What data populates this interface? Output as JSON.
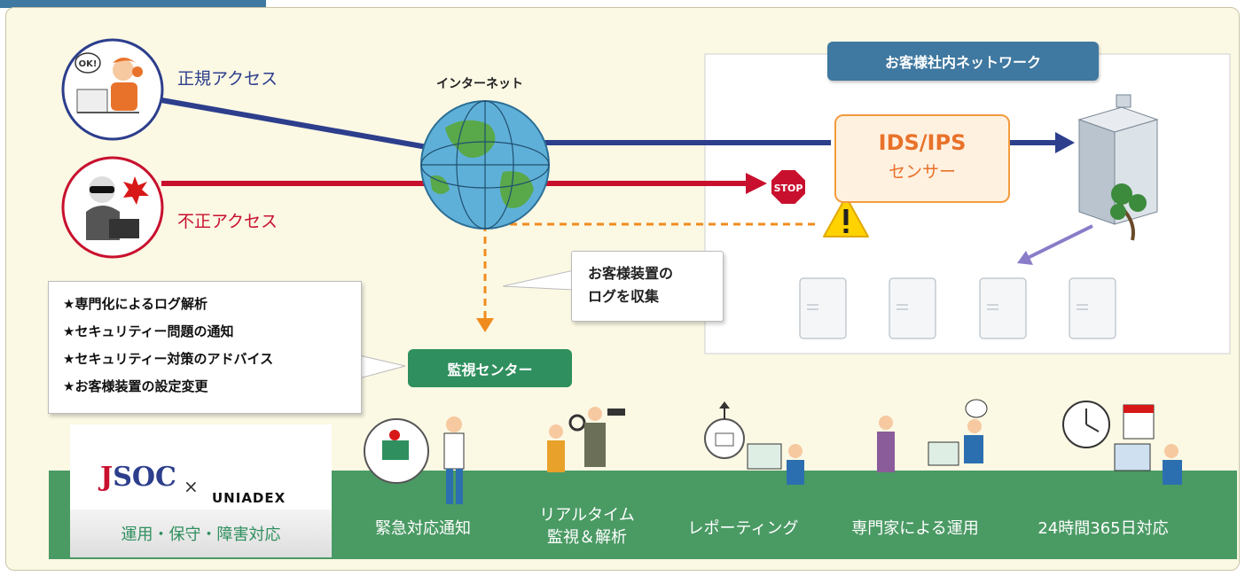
{
  "access": {
    "legitimate_label": "正規アクセス",
    "illegitimate_label": "不正アクセス",
    "ok_badge": "OK!"
  },
  "internet": {
    "label": "インターネット"
  },
  "customer_network": {
    "title": "お客様社内ネットワーク",
    "ids_title": "IDS/IPS",
    "ids_subtitle": "センサー",
    "stop_sign": "STOP",
    "warning_icon": "warning-icon"
  },
  "log_callout": {
    "line1": "お客様装置の",
    "line2": "ログを収集"
  },
  "monitoring_center": {
    "label": "監視センター"
  },
  "services": [
    "★専門化によるログ解析",
    "★セキュリティー問題の通知",
    "★セキュリティー対策のアドバイス",
    "★お客様装置の設定変更"
  ],
  "logos": {
    "jsoc_j": "J",
    "jsoc_rest": "SOC",
    "cross": "×",
    "uniadex": "UNIADEX",
    "operations_label": "運用・保守・障害対応"
  },
  "features": [
    {
      "label": "緊急対応通知",
      "icon": "emergency-notify-icon"
    },
    {
      "label": "リアルタイム",
      "label2": "監視＆解析",
      "icon": "realtime-monitor-icon"
    },
    {
      "label": "レポーティング",
      "icon": "reporting-icon"
    },
    {
      "label": "専門家による運用",
      "icon": "expert-operation-icon"
    },
    {
      "label": "24時間365日対応",
      "icon": "clock-calendar-icon"
    }
  ],
  "colors": {
    "legitimate": "#2c3e8c",
    "illegitimate": "#c8102e",
    "log_flow": "#f08c1e",
    "center_green": "#2f8f5e",
    "band_green": "#4a9a64",
    "header_blue": "#3f78a0"
  }
}
